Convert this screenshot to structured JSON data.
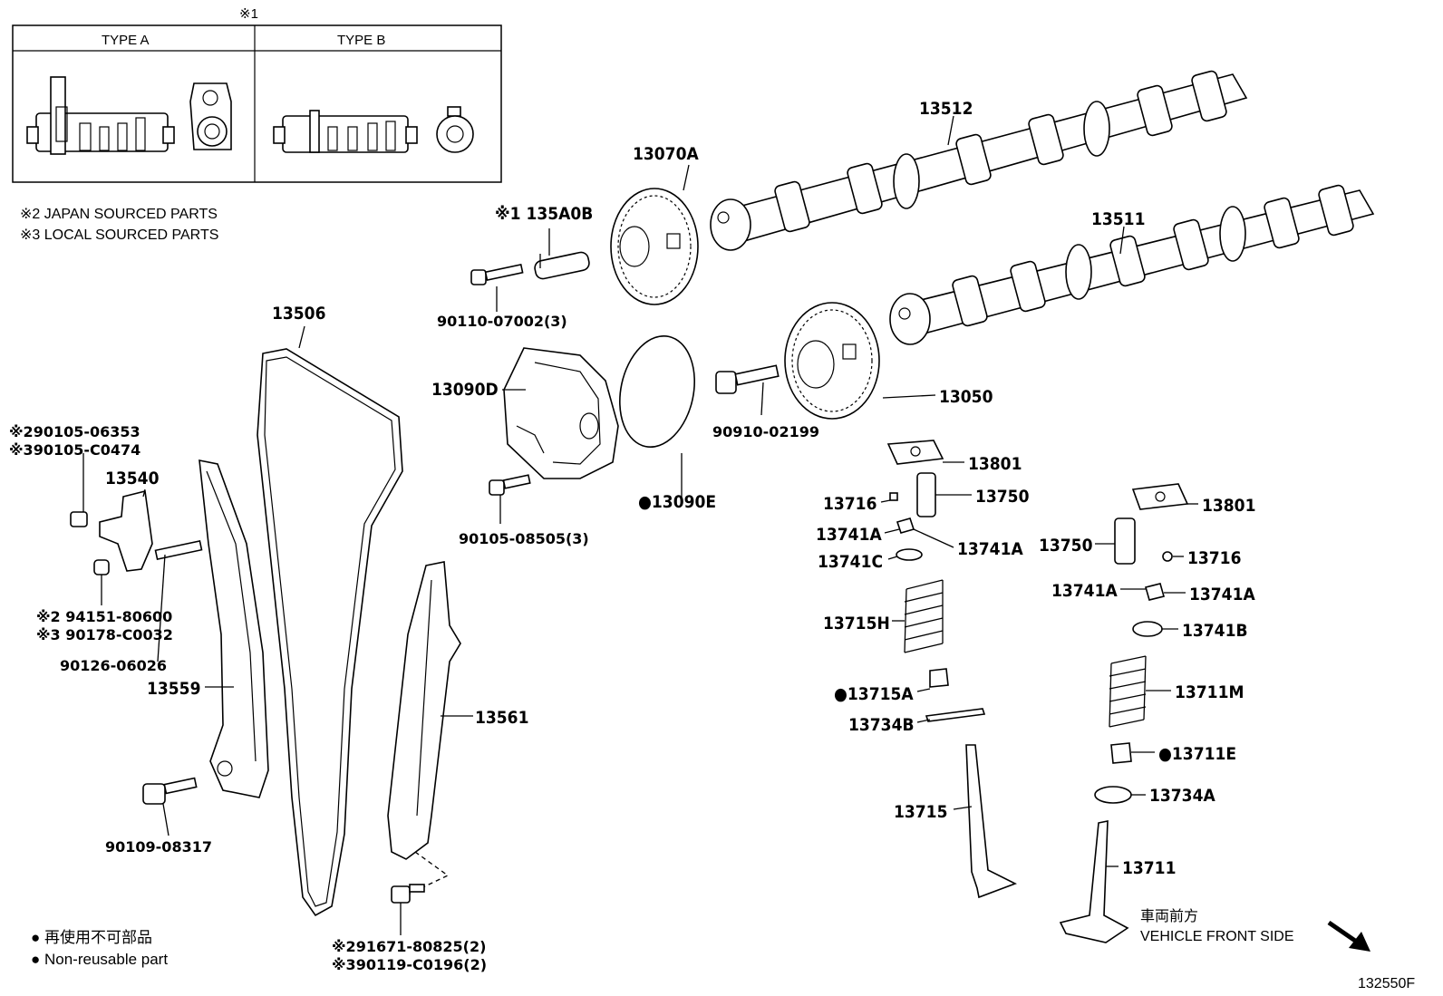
{
  "figure_id": "132550F",
  "footnote_ref": "※1",
  "type_box": {
    "type_a": "TYPE A",
    "type_b": "TYPE B"
  },
  "notes": {
    "japan": "※2 JAPAN SOURCED PARTS",
    "local": "※3 LOCAL SOURCED PARTS"
  },
  "legend": {
    "non_reusable_jp": "● 再使用不可部品",
    "non_reusable_en": "● Non-reusable part"
  },
  "direction": {
    "jp": "車両前方",
    "en": "VEHICLE FRONT SIDE"
  },
  "labels": {
    "p13512": "13512",
    "p13511": "13511",
    "p13070A": "13070A",
    "p135A0B": "※1 135A0B",
    "p90110": "90110-07002(3)",
    "p13506": "13506",
    "p13090D": "13090D",
    "p13050": "13050",
    "p90910": "90910-02199",
    "p90105_08505": "90105-08505(3)",
    "p13090E": "●13090E",
    "p90105_06353": "※290105-06353",
    "p90105_C0474": "※390105-C0474",
    "p13540": "13540",
    "p94151": "※2 94151-80600",
    "p90178": "※3 90178-C0032",
    "p90126": "90126-06026",
    "p13559": "13559",
    "p13561": "13561",
    "p90109": "90109-08317",
    "p91671": "※291671-80825(2)",
    "p90119": "※390119-C0196(2)",
    "p13801_a": "13801",
    "p13750_a": "13750",
    "p13716_a": "13716",
    "p13741A_a1": "13741A",
    "p13741A_a2": "13741A",
    "p13741C": "13741C",
    "p13715H": "13715H",
    "p13715A": "●13715A",
    "p13734B": "13734B",
    "p13715": "13715",
    "p13801_b": "13801",
    "p13750_b": "13750",
    "p13716_b": "13716",
    "p13741A_b1": "13741A",
    "p13741A_b2": "13741A",
    "p13741B": "13741B",
    "p13711M": "13711M",
    "p13711E": "●13711E",
    "p13734A": "13734A",
    "p13711": "13711"
  }
}
